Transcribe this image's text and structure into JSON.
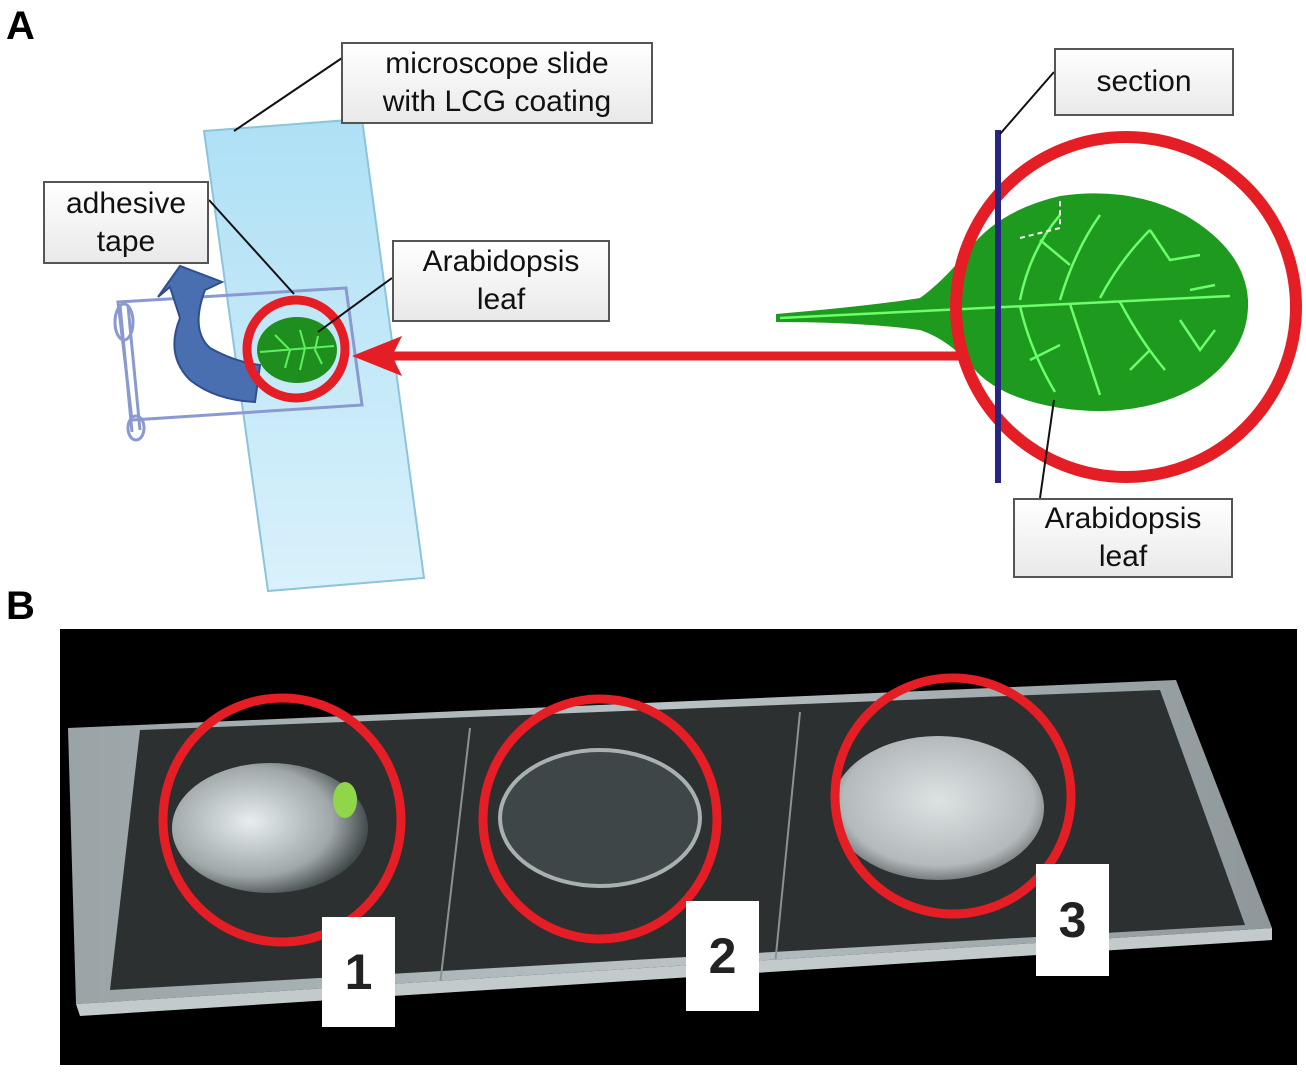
{
  "panels": {
    "a": {
      "letter": "A"
    },
    "b": {
      "letter": "B"
    }
  },
  "callouts": {
    "slide": {
      "line1": "microscope slide",
      "line2": "with LCG coating"
    },
    "tape": {
      "line1": "adhesive",
      "line2": "tape"
    },
    "leaf_left": {
      "line1": "Arabidopsis",
      "line2": "leaf"
    },
    "section": {
      "line1": "section"
    },
    "leaf_right": {
      "line1": "Arabidopsis",
      "line2": "leaf"
    }
  },
  "sample_numbers": [
    "1",
    "2",
    "3"
  ],
  "colors": {
    "highlight_red": "#e41e24",
    "slide_blue": "#bfe7f7",
    "leaf_green": "#1e8f1e",
    "vein_green": "#5ef05e",
    "section_line": "#262680",
    "arrow_blue": "#4a6fb0",
    "photo_background": "#000000"
  }
}
